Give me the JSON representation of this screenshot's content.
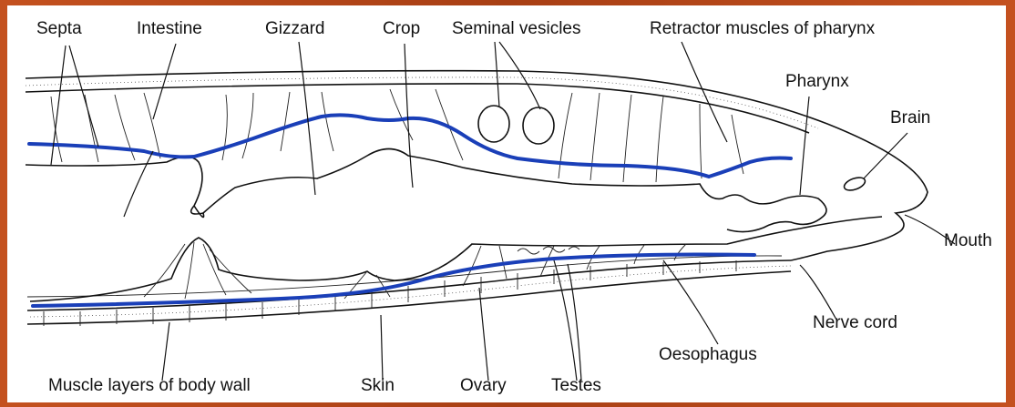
{
  "labels": {
    "septa": "Septa",
    "intestine": "Intestine",
    "gizzard": "Gizzard",
    "crop": "Crop",
    "seminal_vesicles": "Seminal vesicles",
    "retractor_muscles": "Retractor muscles of pharynx",
    "pharynx": "Pharynx",
    "brain": "Brain",
    "mouth": "Mouth",
    "nerve_cord": "Nerve cord",
    "oesophagus": "Oesophagus",
    "muscle_layers": "Muscle layers of body wall",
    "skin": "Skin",
    "ovary": "Ovary",
    "testes": "Testes"
  },
  "colors": {
    "frame": "#b8491a",
    "highlight_line": "#1a3fb8"
  }
}
